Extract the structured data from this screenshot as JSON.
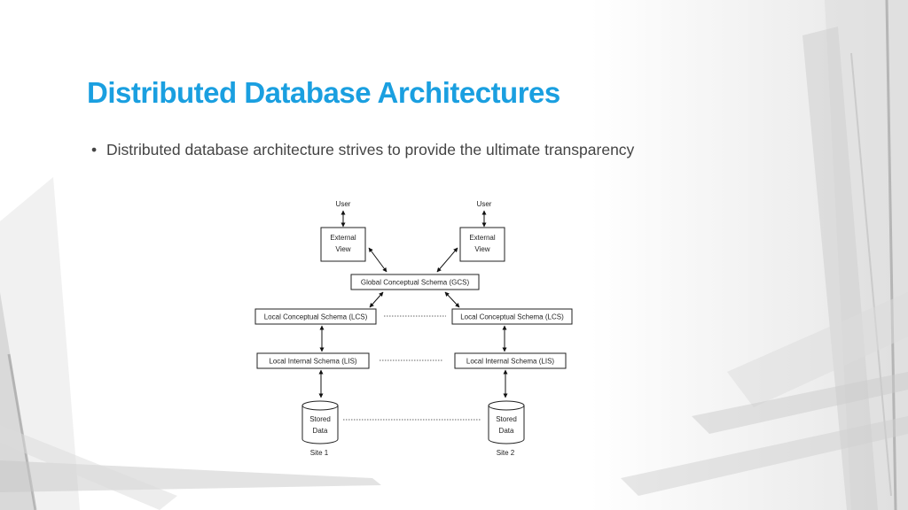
{
  "slide": {
    "title": "Distributed Database Architectures",
    "bullets": [
      "Distributed database architecture strives to provide the ultimate transparency"
    ]
  },
  "diagram": {
    "user_left": "User",
    "user_right": "User",
    "external_view_left": [
      "External",
      "View"
    ],
    "external_view_right": [
      "External",
      "View"
    ],
    "gcs": "Global Conceptual Schema (GCS)",
    "lcs_left": "Local Conceptual Schema (LCS)",
    "lcs_right": "Local Conceptual Schema (LCS)",
    "lis_left": "Local Internal Schema (LIS)",
    "lis_right": "Local Internal Schema (LIS)",
    "stored_left": [
      "Stored",
      "Data"
    ],
    "stored_right": [
      "Stored",
      "Data"
    ],
    "site_left": "Site 1",
    "site_right": "Site 2"
  },
  "colors": {
    "title": "#1a9fe0",
    "text": "#444444"
  }
}
